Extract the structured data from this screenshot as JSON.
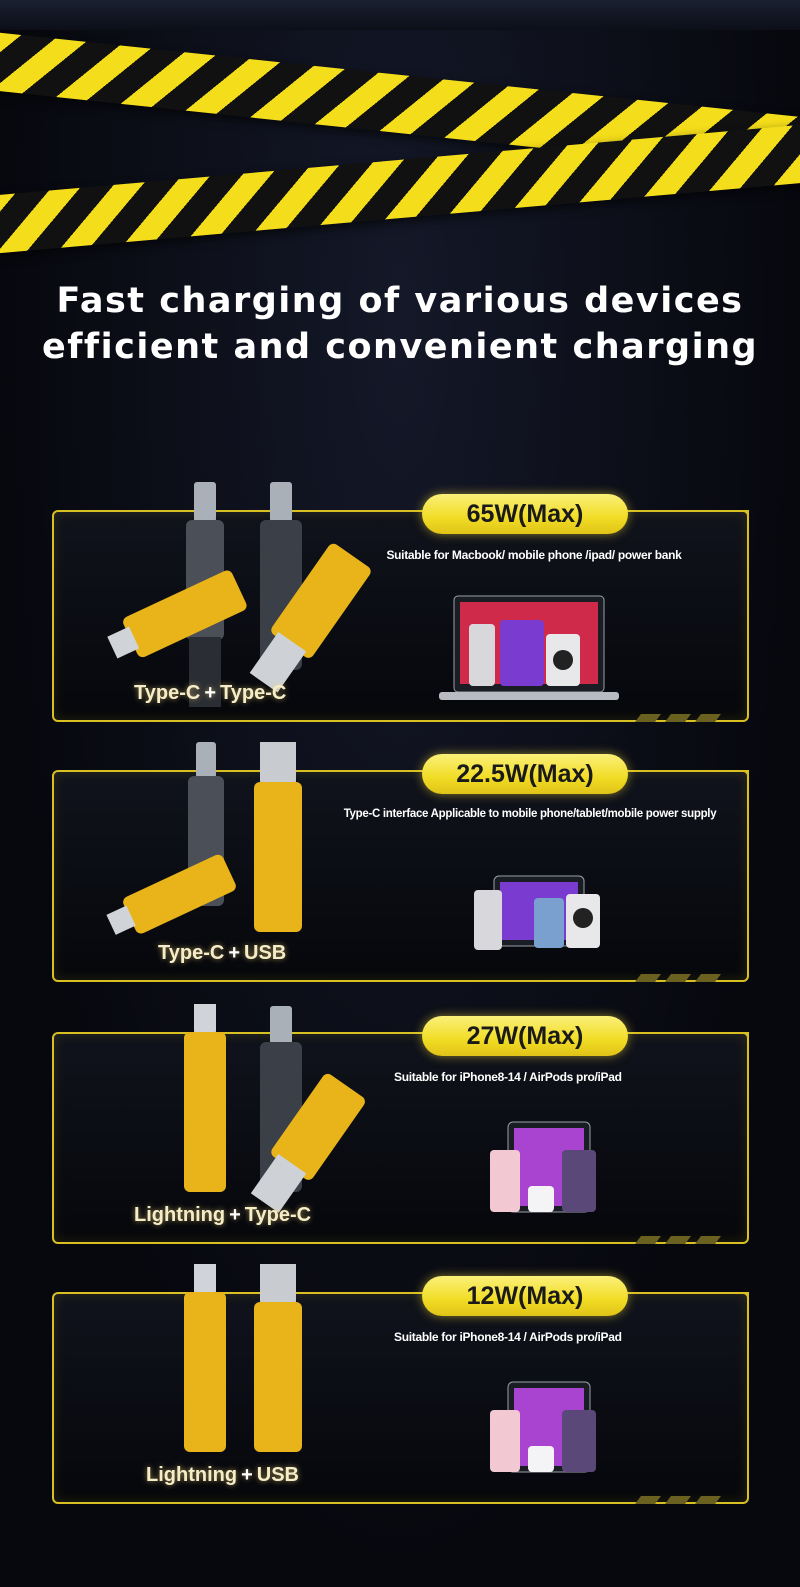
{
  "headline": {
    "line1": "Fast charging of various devices",
    "line2": "efficient and convenient charging"
  },
  "cards": [
    {
      "power": "65W(Max)",
      "description": "Suitable for Macbook/ mobile phone /ipad/ power bank",
      "connector_a": "Type-C",
      "plus": "+",
      "connector_b": "Type-C"
    },
    {
      "power": "22.5W(Max)",
      "description": "Type-C interface Applicable to mobile phone/tablet/mobile power supply",
      "connector_a": "Type-C",
      "plus": "+",
      "connector_b": "USB"
    },
    {
      "power": "27W(Max)",
      "description": "Suitable for iPhone8-14 / AirPods pro/iPad",
      "connector_a": "Lightning",
      "plus": "+",
      "connector_b": "Type-C"
    },
    {
      "power": "12W(Max)",
      "description": "Suitable for iPhone8-14 / AirPods pro/iPad",
      "connector_a": "Lightning",
      "plus": "+",
      "connector_b": "USB"
    }
  ],
  "colors": {
    "accent_yellow": "#f1dc24",
    "card_border": "#d8c023",
    "background": "#07080e"
  }
}
